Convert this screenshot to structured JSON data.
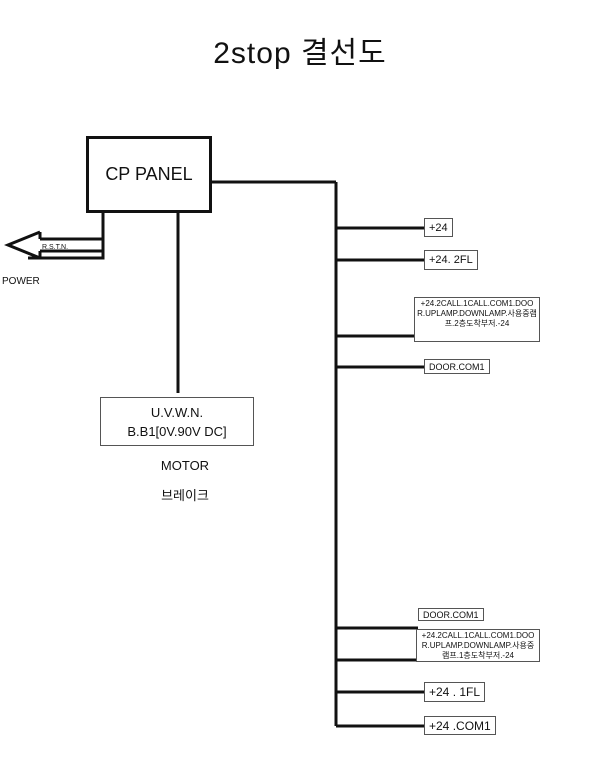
{
  "title": "2stop 결선도",
  "cp_panel": "CP PANEL",
  "power": {
    "signal": "R.S.T.N.",
    "label": "POWER"
  },
  "motor": {
    "line1": "U.V.W.N.",
    "line2": "B.B1[0V.90V DC]",
    "label": "MOTOR",
    "brake": "브레이크"
  },
  "terminals": [
    {
      "text": "+24"
    },
    {
      "text": "+24. 2FL"
    },
    {
      "text": "+24.2CALL.1CALL.COM1.DOOR.UPLAMP.DOWNLAMP.사용중램프.2층도착부저.-24"
    },
    {
      "text": "DOOR.COM1"
    },
    {
      "text": "DOOR.COM1"
    },
    {
      "text": "+24.2CALL.1CALL.COM1.DOOR.UPLAMP.DOWNLAMP.사용중램프.1층도착부저.-24"
    },
    {
      "text": "+24 . 1FL"
    },
    {
      "text": "+24 .COM1"
    }
  ]
}
